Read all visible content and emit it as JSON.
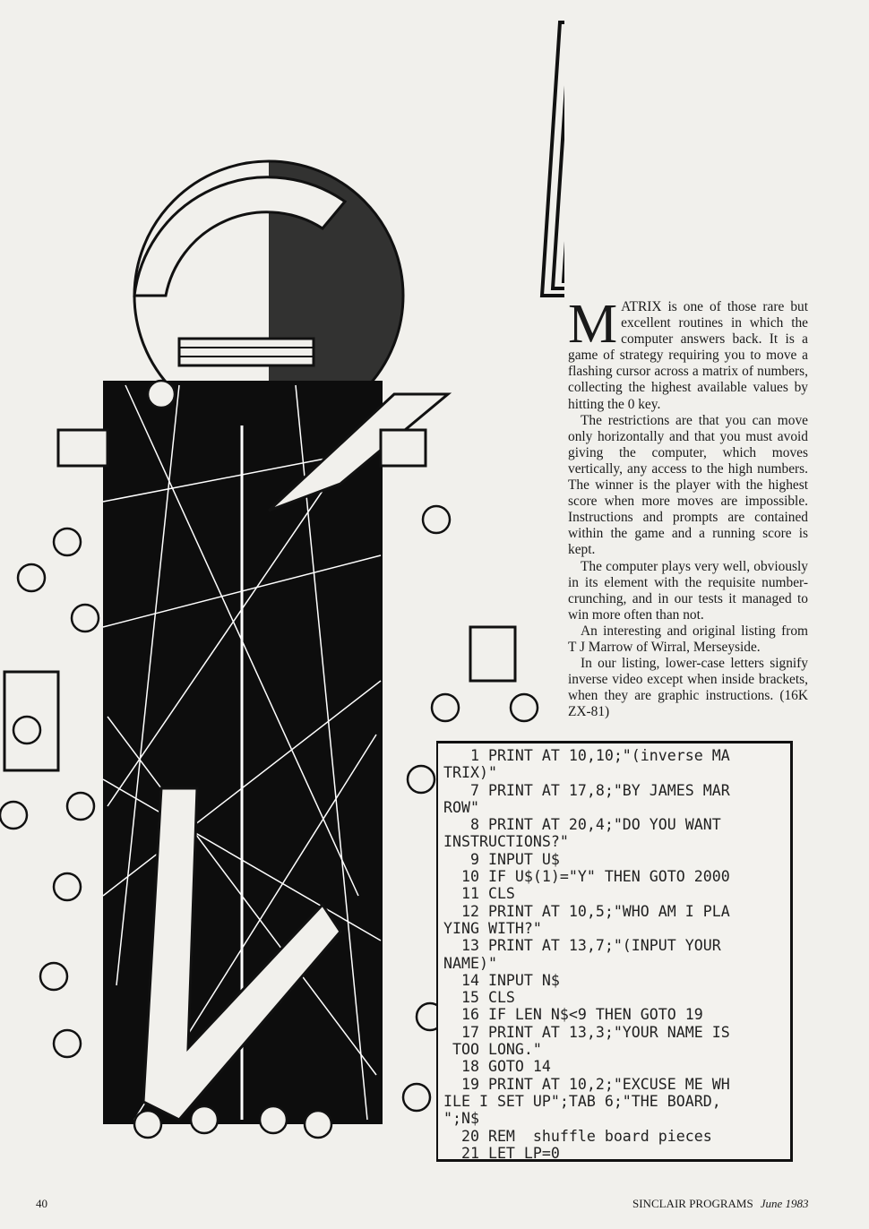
{
  "header": {
    "title_letter": "M"
  },
  "article": {
    "dropcap": "M",
    "paragraphs": [
      "ATRIX is one of those rare but excellent routines in which the computer answers back. It is a game of strategy requiring you to move a flashing cursor across a matrix of numbers, collecting the highest available values by hitting the 0 key.",
      "The restrictions are that you can move only horizontally and that you must avoid giving the computer, which moves vertically, any access to the high numbers. The winner is the player with the highest score when more moves are impossible. Instructions and prompts are contained within the game and a running score is kept.",
      "The computer plays very well, obviously in its element with the requisite number-crunching, and in our tests it managed to win more often than not.",
      "An interesting and original listing from T J Marrow of Wirral, Merseyside.",
      "In our listing, lower-case letters signify inverse video except when inside brackets, when they are graphic instructions. (16K ZX-81)"
    ]
  },
  "listing": {
    "lines": [
      "   1 PRINT AT 10,10;\"(inverse MA",
      "TRIX)\"",
      "   7 PRINT AT 17,8;\"BY JAMES MAR",
      "ROW\"",
      "   8 PRINT AT 20,4;\"DO YOU WANT",
      "INSTRUCTIONS?\"",
      "   9 INPUT U$",
      "  10 IF U$(1)=\"Y\" THEN GOTO 2000",
      "  11 CLS",
      "  12 PRINT AT 10,5;\"WHO AM I PLA",
      "YING WITH?\"",
      "  13 PRINT AT 13,7;\"(INPUT YOUR",
      "NAME)\"",
      "  14 INPUT N$",
      "  15 CLS",
      "  16 IF LEN N$<9 THEN GOTO 19",
      "  17 PRINT AT 13,3;\"YOUR NAME IS",
      " TOO LONG.\"",
      "  18 GOTO 14",
      "  19 PRINT AT 10,2;\"EXCUSE ME WH",
      "ILE I SET UP\";TAB 6;\"THE BOARD,",
      "\";N$",
      "  20 REM  shuffle board pieces",
      "  21 LET LP=0"
    ]
  },
  "footer": {
    "page_number": "40",
    "magazine": "SINCLAIR PROGRAMS",
    "issue": "June 1983"
  }
}
